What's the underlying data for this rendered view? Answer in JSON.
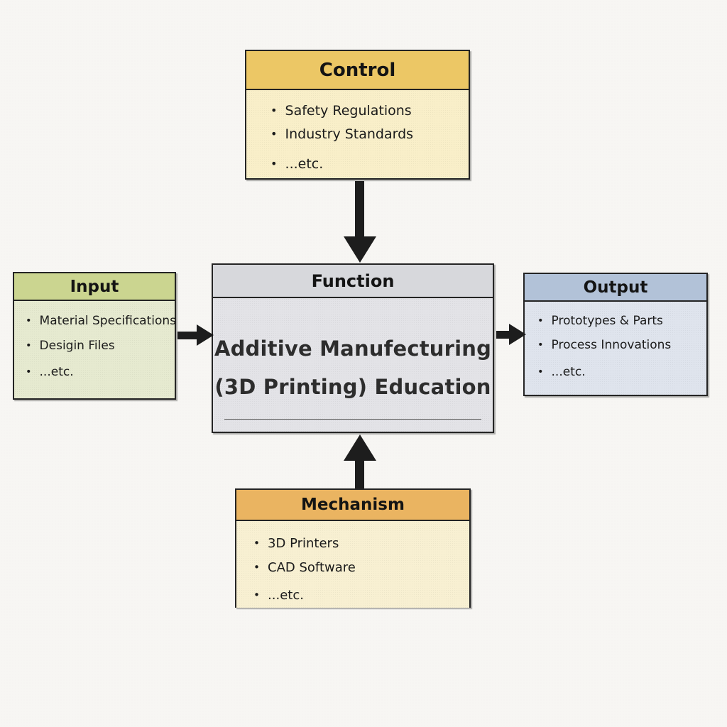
{
  "diagram": {
    "arrow_color": "#1d1d1d",
    "border_color": "#242424",
    "background_color": "#f7f6f3"
  },
  "boxes": {
    "control": {
      "title": "Control",
      "items": [
        "Safety Regulations",
        "Industry Standards",
        "...etc."
      ],
      "header_color": "#ecc765",
      "body_color": "#f9efc9"
    },
    "input": {
      "title": "Input",
      "items": [
        "Material Specifications",
        "Desigin Files",
        "...etc."
      ],
      "header_color": "#cbd590",
      "body_color": "#e6ead0"
    },
    "function": {
      "title": "Function",
      "line1": "Additive Manufecturing",
      "line2": "(3D Printing) Education",
      "header_color": "#d7d8dc",
      "body_color": "#e3e3e7"
    },
    "output": {
      "title": "Output",
      "items": [
        "Prototypes & Parts",
        "Process Innovations",
        "...etc."
      ],
      "header_color": "#b2c2d8",
      "body_color": "#dfe4ed"
    },
    "mechanism": {
      "title": "Mechanism",
      "items": [
        "3D Printers",
        "CAD Software",
        "...etc."
      ],
      "header_color": "#eab461",
      "body_color": "#f8f0d2"
    }
  },
  "bullet_glyph": "•"
}
